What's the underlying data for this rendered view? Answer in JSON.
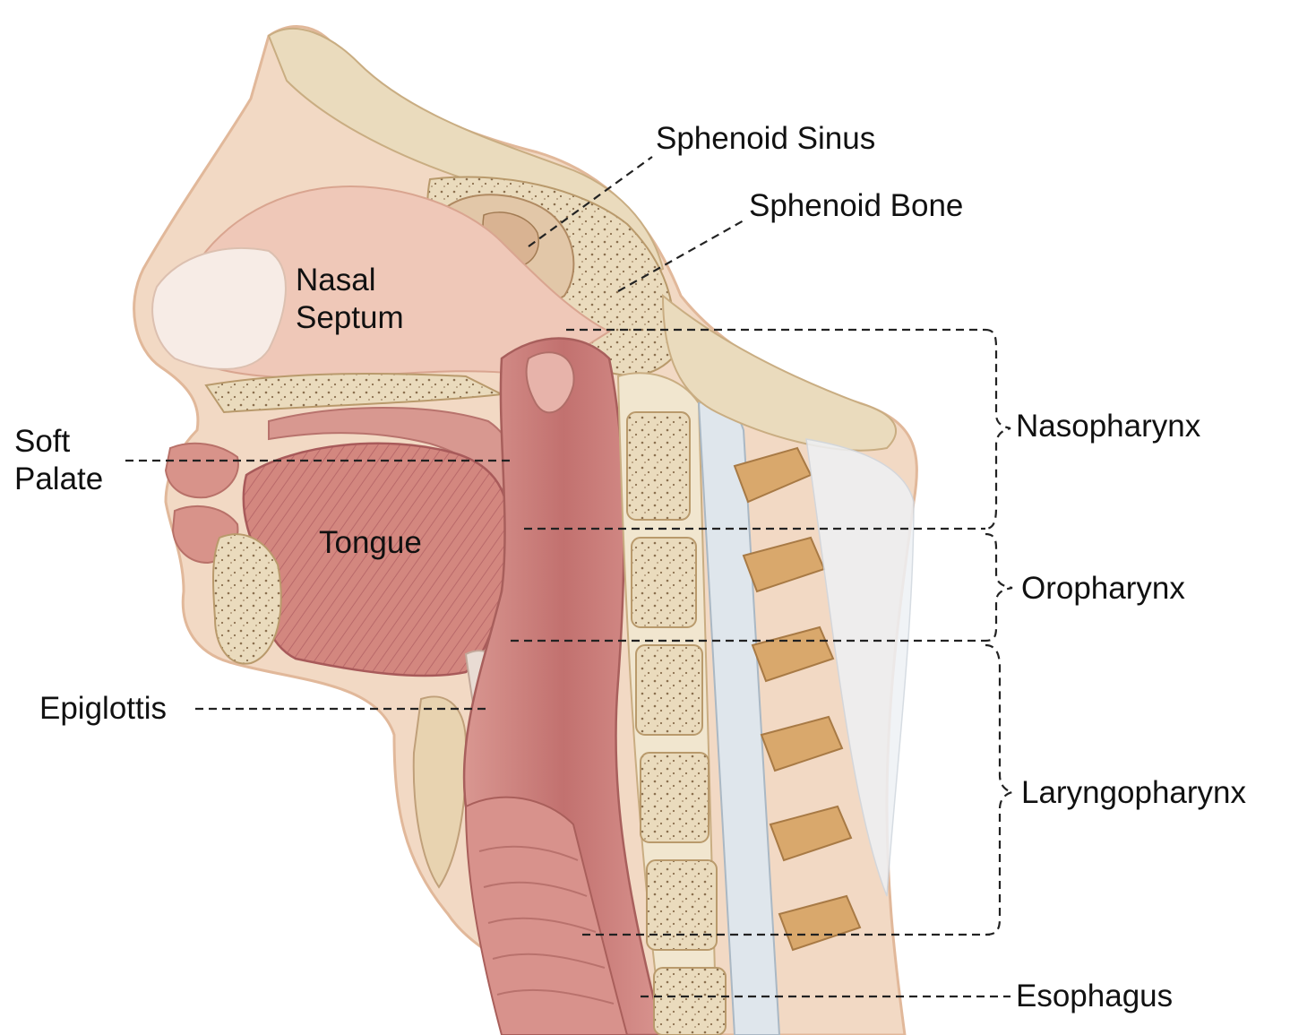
{
  "labels": {
    "sphenoid_sinus": "Sphenoid Sinus",
    "sphenoid_bone": "Sphenoid Bone",
    "nasal_septum_line1": "Nasal",
    "nasal_septum_line2": "Septum",
    "soft_palate_line1": "Soft",
    "soft_palate_line2": "Palate",
    "tongue": "Tongue",
    "epiglottis": "Epiglottis",
    "nasopharynx": "Nasopharynx",
    "oropharynx": "Oropharynx",
    "laryngopharynx": "Laryngopharynx",
    "esophagus": "Esophagus"
  },
  "colors": {
    "skin": "#f2d9c4",
    "skin_edge": "#e9c6a9",
    "nasal_tissue": "#efc8b8",
    "cartilage": "#f7ece6",
    "bone": "#eadbbd",
    "bone_dark": "#d8c29a",
    "muscle": "#cf8a82",
    "muscle_dark": "#b8676a",
    "pharynx_wall": "#c67b76",
    "cord_white": "#dfe6ec",
    "leader_line": "#222222"
  }
}
